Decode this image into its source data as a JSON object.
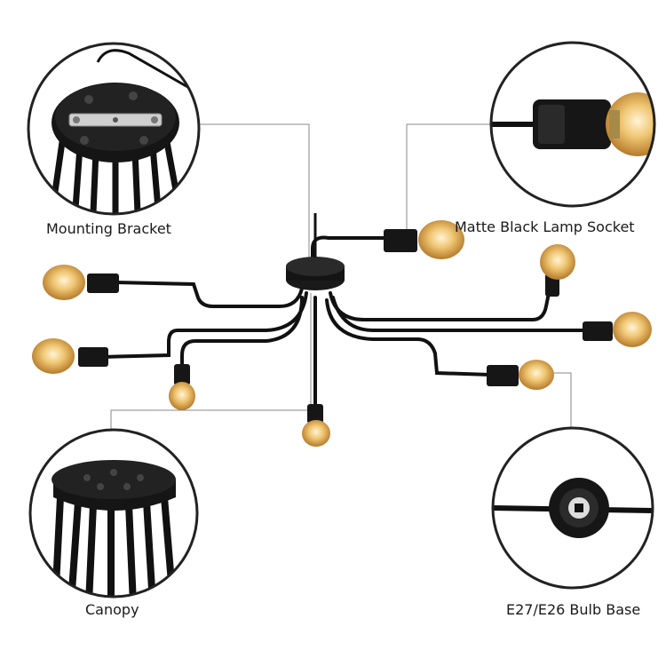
{
  "labels": {
    "mounting_bracket": "Mounting Bracket",
    "lamp_socket": "Matte Black Lamp Socket",
    "canopy": "Canopy",
    "bulb_base": "E27/E26 Bulb Base"
  },
  "colors": {
    "metal": "#111111",
    "leader_line": "#8a8a8a",
    "bulb_glow": "#e7b45a",
    "circle_border": "#222222"
  }
}
